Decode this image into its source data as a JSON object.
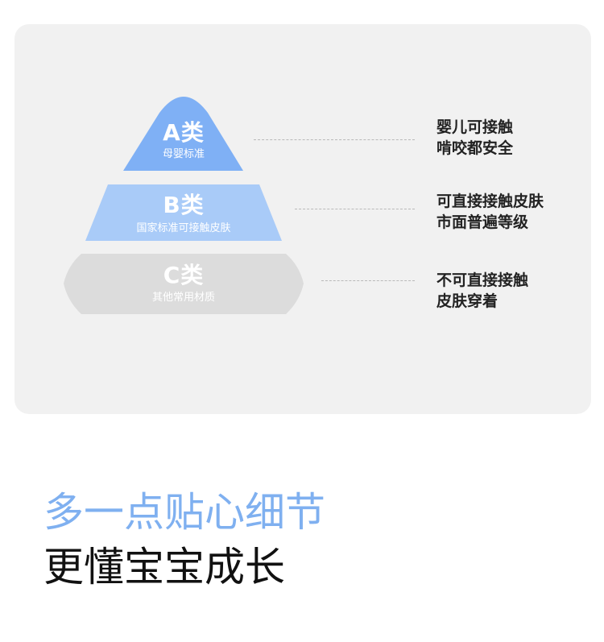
{
  "tiers": [
    {
      "grade": "A类",
      "label": "母婴标准",
      "desc": [
        "婴儿可接触",
        "啃咬都安全"
      ],
      "color": "#7fb0f5"
    },
    {
      "grade": "B类",
      "label": "国家标准可接触皮肤",
      "desc": [
        "可直接接触皮肤",
        "市面普遍等级"
      ],
      "color": "#a9cbf8"
    },
    {
      "grade": "C类",
      "label": "其他常用材质",
      "desc": [
        "不可直接接触",
        "皮肤穿着"
      ],
      "color": "#dcdcdc"
    }
  ],
  "headline": {
    "line1": "多一点贴心细节",
    "line2": "更懂宝宝成长"
  }
}
